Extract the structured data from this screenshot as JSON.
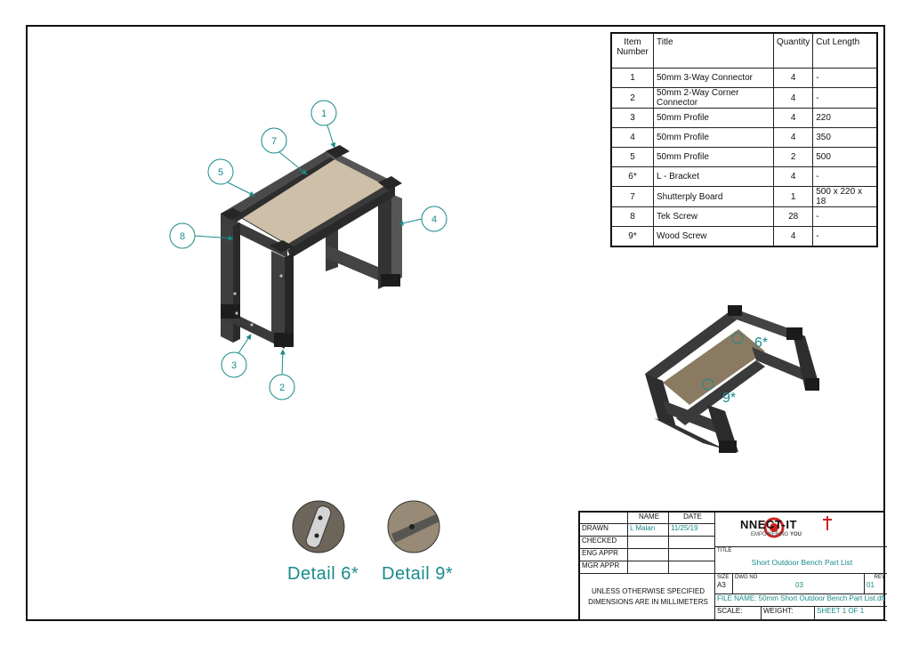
{
  "bom": {
    "headers": [
      "Item Number",
      "Title",
      "Quantity",
      "Cut Length"
    ],
    "rows": [
      [
        "1",
        "50mm 3-Way Connector",
        "4",
        "-"
      ],
      [
        "2",
        "50mm 2-Way Corner Connector",
        "4",
        "-"
      ],
      [
        "3",
        "50mm Profile",
        "4",
        "220"
      ],
      [
        "4",
        "50mm Profile",
        "4",
        "350"
      ],
      [
        "5",
        "50mm Profile",
        "2",
        "500"
      ],
      [
        "6*",
        "L - Bracket",
        "4",
        "-"
      ],
      [
        "7",
        "Shutterply Board",
        "1",
        "500 x 220 x 18"
      ],
      [
        "8",
        "Tek Screw",
        "28",
        "-"
      ],
      [
        "9*",
        "Wood Screw",
        "4",
        "-"
      ]
    ]
  },
  "balloons": [
    "1",
    "7",
    "5",
    "4",
    "8",
    "3",
    "2"
  ],
  "rear_view": {
    "label_6": "6*",
    "label_9": "9*"
  },
  "details": {
    "d6": "Detail 6*",
    "d9": "Detail 9*"
  },
  "title_block": {
    "name_hdr": "NAME",
    "date_hdr": "DATE",
    "drawn": "DRAWN",
    "drawn_name": "L Malan",
    "drawn_date": "11/25/19",
    "checked": "CHECKED",
    "eng_appr": "ENG APPR",
    "mgr_appr": "MGR APPR",
    "note_1": "UNLESS OTHERWISE SPECIFIED",
    "note_2": "DIMENSIONS ARE IN MILLIMETERS",
    "logo_text": "NNECT-IT",
    "logo_sub_1": "EMPOWERING",
    "logo_sub_2": "YOU",
    "title_lbl": "TITLE",
    "title": "Short Outdoor Bench Part List",
    "size_lbl": "SIZE",
    "size": "A3",
    "dwg_lbl": "DWG NO",
    "dwg": "03",
    "rev_lbl": "REV",
    "rev": "01",
    "file_name": "FILE NAME: 50mm Short Outdoor Bench Part List.dft",
    "scale": "SCALE:",
    "weight": "WEIGHT:",
    "sheet": "SHEET 1 OF 1"
  }
}
